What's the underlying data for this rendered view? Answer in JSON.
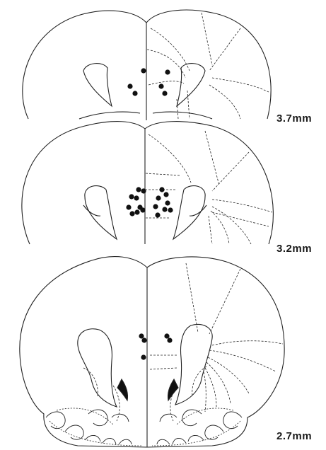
{
  "sections": [
    {
      "id": "section-3-7",
      "label": "3.7mm",
      "injection_sites_shown": 6
    },
    {
      "id": "section-3-2",
      "label": "3.2mm",
      "injection_sites_shown": 17
    },
    {
      "id": "section-2-7",
      "label": "2.7mm",
      "injection_sites_shown": 5
    }
  ],
  "colors": {
    "outline": "#222222",
    "site_marker": "#111111",
    "background": "#ffffff"
  }
}
